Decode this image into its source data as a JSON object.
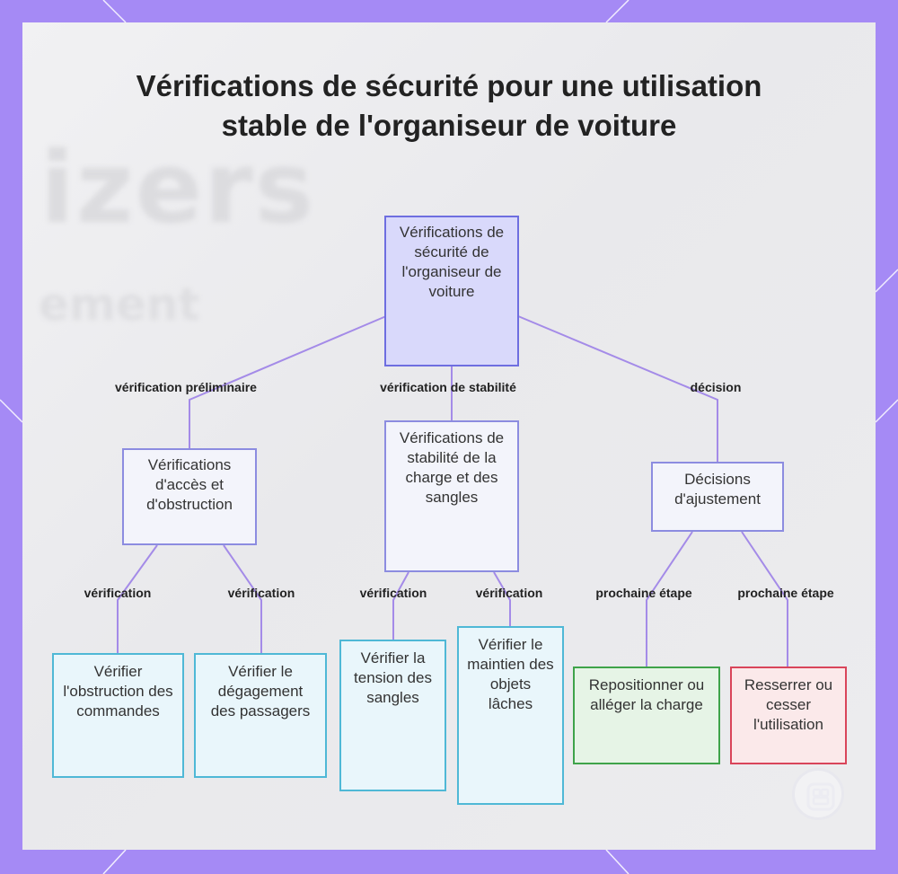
{
  "title": "Vérifications de sécurité pour une utilisation stable de l'organiseur de voiture",
  "nodes": {
    "root": "Vérifications de sécurité de l'organiseur de voiture",
    "access": "Vérifications d'accès et d'obstruction",
    "stability": "Vérifications de stabilité de la charge et des sangles",
    "adjust": "Décisions d'ajustement",
    "leaf_controls": "Vérifier l'obstruction des commandes",
    "leaf_passengers": "Vérifier le dégagement des passagers",
    "leaf_tension": "Vérifier la tension des sangles",
    "leaf_loose": "Vérifier le maintien des objets lâches",
    "leaf_reposition": "Repositionner ou alléger la charge",
    "leaf_tighten": "Resserrer ou cesser l'utilisation"
  },
  "edges": {
    "preliminary": "vérification préliminaire",
    "stability": "vérification de stabilité",
    "decision": "décision",
    "check_1": "vérification",
    "check_2": "vérification",
    "check_3": "vérification",
    "check_4": "vérification",
    "next_1": "prochaine étape",
    "next_2": "prochaine étape"
  },
  "colors": {
    "frame": "#a58af5",
    "edge": "#a48be8",
    "root_fill": "#d9d9fb",
    "leaf_border": "#4fb8d6",
    "green_border": "#3fa34a",
    "red_border": "#d9455a"
  },
  "logo_icon": "organizer-grid-icon"
}
